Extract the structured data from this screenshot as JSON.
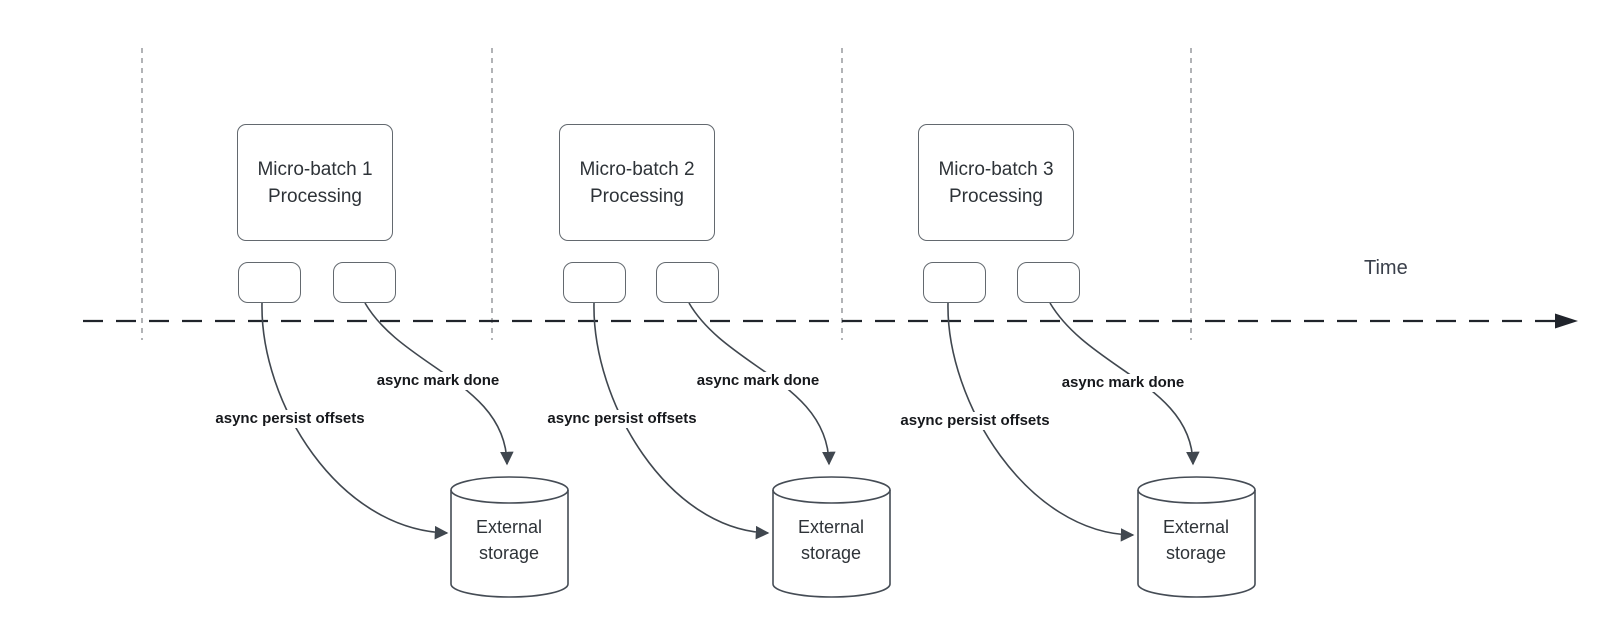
{
  "diagram": {
    "title_hint": "Micro-batch async offset persistence timeline",
    "time_axis": {
      "label": "Time"
    },
    "groups": [
      {
        "box_line1": "Micro-batch 1",
        "box_line2": "Processing",
        "persist_label": "async persist offsets",
        "mark_done_label": "async mark done",
        "storage_line1": "External",
        "storage_line2": "storage"
      },
      {
        "box_line1": "Micro-batch 2",
        "box_line2": "Processing",
        "persist_label": "async persist offsets",
        "mark_done_label": "async mark done",
        "storage_line1": "External",
        "storage_line2": "storage"
      },
      {
        "box_line1": "Micro-batch 3",
        "box_line2": "Processing",
        "persist_label": "async persist offsets",
        "mark_done_label": "async mark done",
        "storage_line1": "External",
        "storage_line2": "storage"
      }
    ],
    "colors": {
      "shape_border": "#63696f",
      "cylinder_border": "#454c55",
      "arrow_stroke": "#40474f",
      "axis_stroke": "#20242b",
      "guide_line": "#a9abae",
      "text": "#2e3338",
      "label_text": "#16181c",
      "background": "#ffffff"
    }
  }
}
